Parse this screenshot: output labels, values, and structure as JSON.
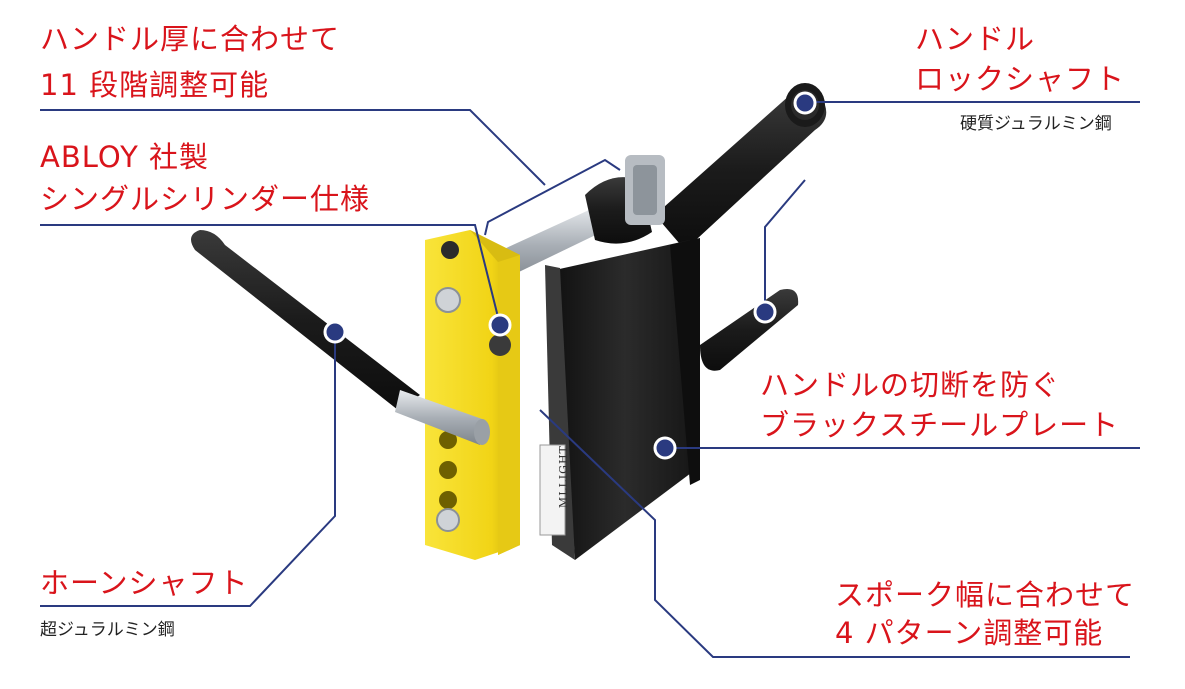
{
  "colors": {
    "accent_text": "#d9141b",
    "leader_line": "#2a3a80",
    "dot": "#2a3a80",
    "grip_foam": "#1f1f1f",
    "shaft_metal": "#b9bec4",
    "cylinder_body": "#f6dc1b",
    "steel_plate": "#1d1d1d"
  },
  "labels": {
    "handle_thickness_line1": "ハンドル厚に合わせて",
    "handle_thickness_line2": "11 段階調整可能",
    "abloy_line1": "ABLOY 社製",
    "abloy_line2": "シングルシリンダー仕様",
    "lock_shaft_line1": "ハンドル",
    "lock_shaft_line2": "ロックシャフト",
    "lock_shaft_sub": "硬質ジュラルミン鋼",
    "black_plate_line1": "ハンドルの切断を防ぐ",
    "black_plate_line2": "ブラックスチールプレート",
    "horn_shaft": "ホーンシャフト",
    "horn_shaft_sub": "超ジュラルミン鋼",
    "spoke_line1": "スポーク幅に合わせて",
    "spoke_line2": "4 パターン調整可能"
  },
  "product": {
    "engraving": "MLLIGHT"
  }
}
